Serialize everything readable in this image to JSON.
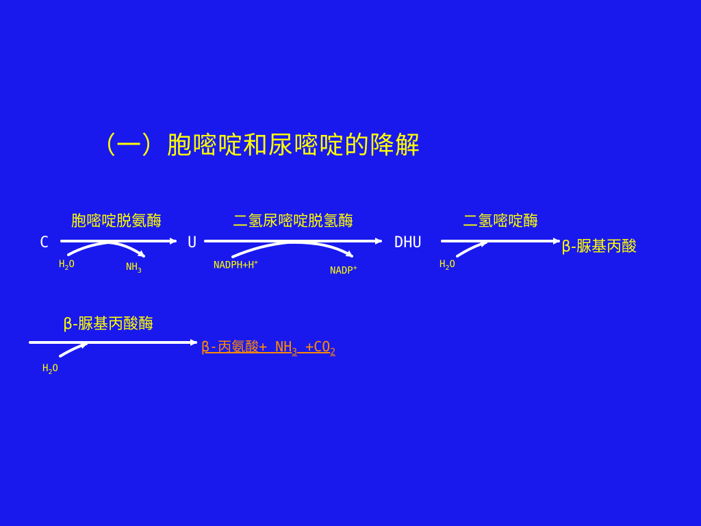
{
  "title": "（一）胞嘧啶和尿嘧啶的降解",
  "enzymes": {
    "e1": "胞嘧啶脱氨酶",
    "e2": "二氢尿嘧啶脱氢酶",
    "e3": "二氢嘧啶酶",
    "e4": "β-脲基丙酸酶"
  },
  "compounds": {
    "c": "C",
    "u": "U",
    "dhu": "DHU",
    "ureidopropionate": "β-脲基丙酸"
  },
  "cofactors": {
    "h2o_1": {
      "main": "H",
      "sub": "2",
      "tail": "O"
    },
    "nh3": {
      "main": "NH",
      "sub": "3"
    },
    "nadph": {
      "main": "NADPH+H",
      "sup": "+"
    },
    "nadp": {
      "main": "NADP",
      "sup": "+"
    },
    "h2o_2": {
      "main": "H",
      "sub": "2",
      "tail": "O"
    },
    "h2o_3": {
      "main": "H",
      "sub": "2",
      "tail": "O"
    }
  },
  "products": {
    "beta_alanine": "β-丙氨酸+ ",
    "nh3_main": "NH",
    "nh3_sub": "3",
    "co2_main": " +CO",
    "co2_sub": "2"
  },
  "colors": {
    "background": "#1919ee",
    "title": "#ffff00",
    "enzyme_labels": "#ffff00",
    "compounds": "#ffffff",
    "arrows": "#ffffff",
    "products": "#ff8a00"
  }
}
